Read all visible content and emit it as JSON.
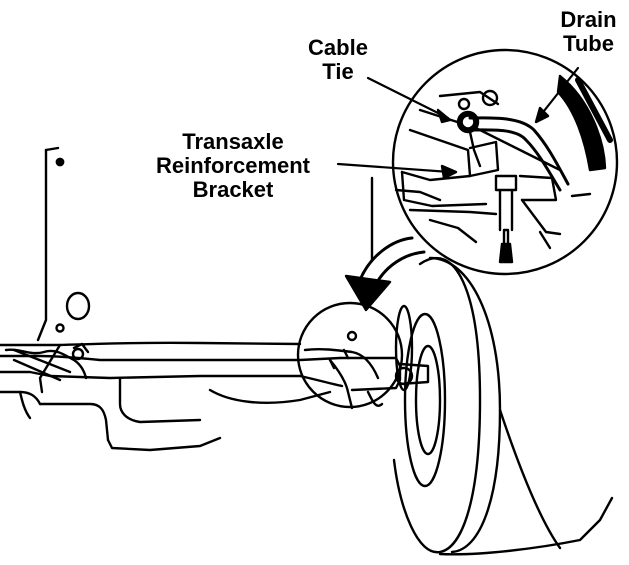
{
  "callouts": {
    "cable_tie": [
      "Cable",
      "Tie"
    ],
    "transaxle_bracket": [
      "Transaxle",
      "Reinforcement",
      "Bracket"
    ],
    "drain_tube": [
      "Drain",
      "Tube"
    ]
  }
}
